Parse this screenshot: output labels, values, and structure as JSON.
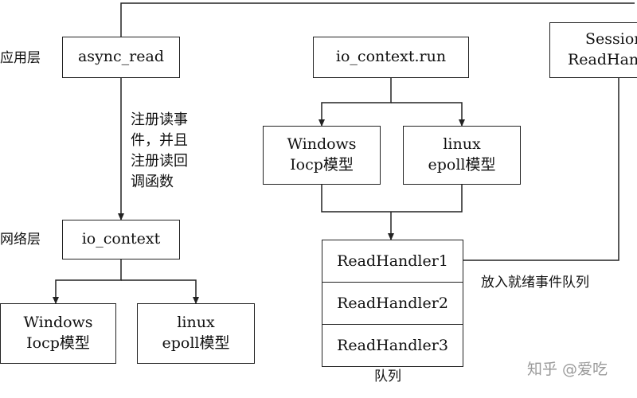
{
  "layers": {
    "app": "应用层",
    "network": "网络层"
  },
  "left": {
    "async_read": "async_read",
    "annotation_lines": [
      "注册读事",
      "件，并且",
      "注册读回",
      "调函数"
    ],
    "io_context": "io_context",
    "windows": [
      "Windows",
      "Iocp模型"
    ],
    "linux": [
      "linux",
      "epoll模型"
    ]
  },
  "middle": {
    "run": "io_context.run",
    "windows": [
      "Windows",
      "Iocp模型"
    ],
    "linux": [
      "linux",
      "epoll模型"
    ],
    "queue_items": [
      "ReadHandler1",
      "ReadHandler2",
      "ReadHandler3"
    ],
    "queue_label": "队列"
  },
  "right": {
    "session": [
      "Session",
      "ReadHan"
    ],
    "enqueue_label": "放入就绪事件队列"
  },
  "watermark": "知乎 @爱吃",
  "colors": {
    "stroke": "#222222",
    "text": "#111111",
    "watermark": "#9a9a9a"
  }
}
